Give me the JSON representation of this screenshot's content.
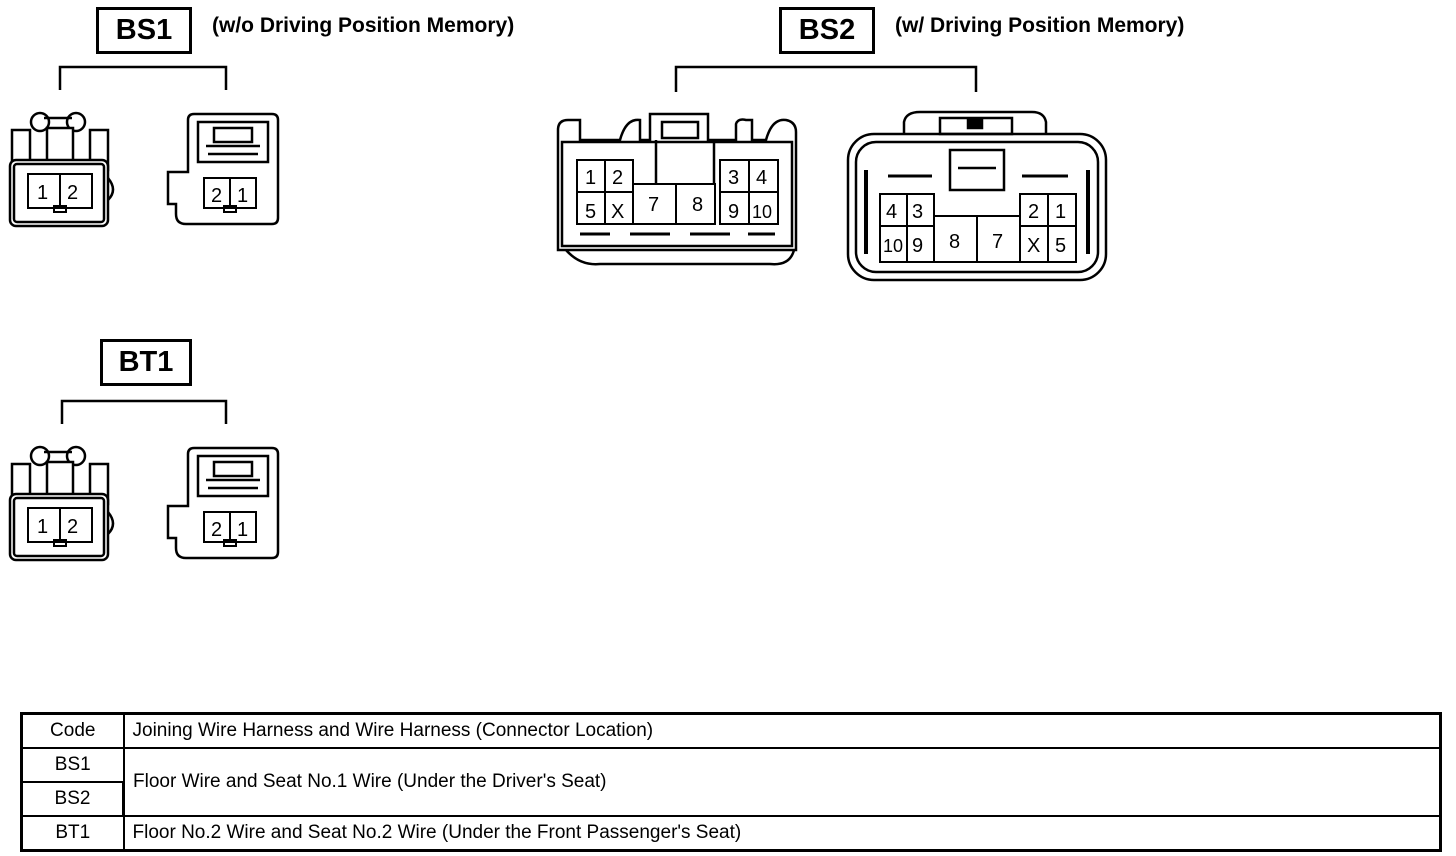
{
  "connectors": {
    "bs1": {
      "code": "BS1",
      "note": "(w/o Driving Position Memory)",
      "male_pins": [
        "1",
        "2"
      ],
      "female_pins": [
        "2",
        "1"
      ]
    },
    "bs2": {
      "code": "BS2",
      "note": "(w/ Driving Position Memory)",
      "left_pins": [
        "1",
        "2",
        "3",
        "4",
        "5",
        "X",
        "7",
        "8",
        "9",
        "10"
      ],
      "right_pins": [
        "4",
        "3",
        "2",
        "1",
        "10",
        "9",
        "8",
        "7",
        "X",
        "5"
      ]
    },
    "bt1": {
      "code": "BT1",
      "male_pins": [
        "1",
        "2"
      ],
      "female_pins": [
        "2",
        "1"
      ]
    }
  },
  "legend": {
    "header": {
      "code": "Code",
      "description": "Joining Wire Harness and Wire Harness (Connector Location)"
    },
    "rows": [
      {
        "code": "BS1",
        "description": "Floor Wire and Seat No.1 Wire (Under the Driver's Seat)"
      },
      {
        "code": "BS2"
      },
      {
        "code": "BT1",
        "description": "Floor No.2 Wire and Seat No.2 Wire (Under the Front Passenger's Seat)"
      }
    ]
  }
}
